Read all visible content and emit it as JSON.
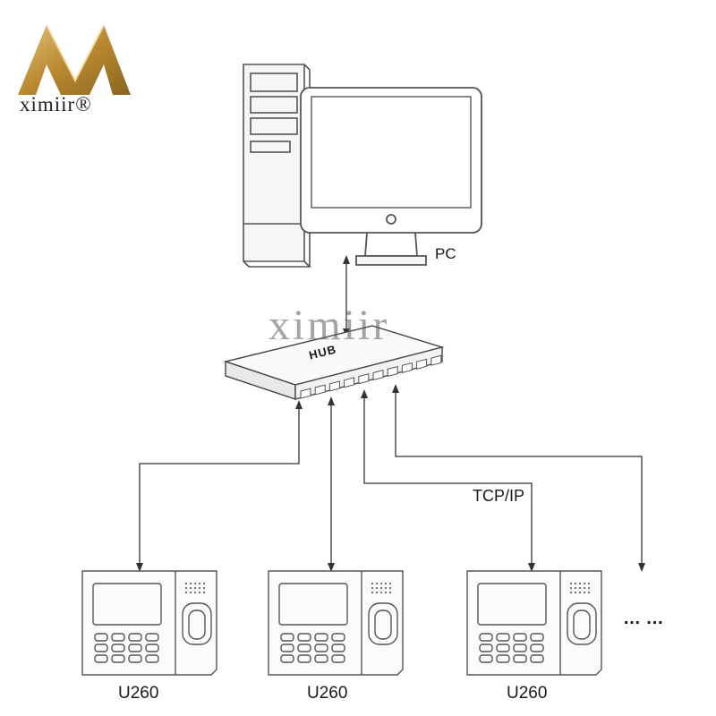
{
  "brand": {
    "logo_text": "ximiir®",
    "watermark_text": "ximiir",
    "gold": "#b8892f"
  },
  "diagram": {
    "pc_label": "PC",
    "hub_label": "HUB",
    "protocol_label": "TCP/IP",
    "continuation_label": "… …",
    "devices": [
      {
        "label": "U260"
      },
      {
        "label": "U260"
      },
      {
        "label": "U260"
      }
    ]
  }
}
